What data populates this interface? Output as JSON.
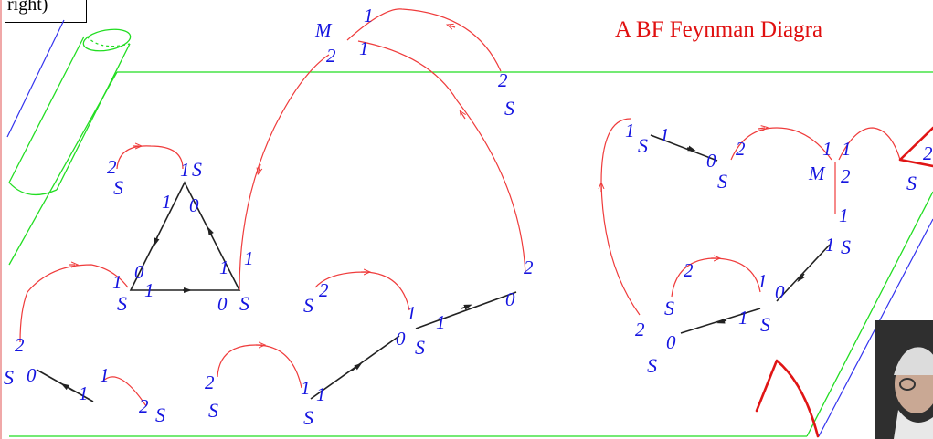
{
  "title": "A BF Feynman Diagra",
  "corner_label": "right)",
  "photo_icon": "portrait-photo",
  "colors": {
    "title": "#e01010",
    "labels": "#1515e0",
    "propagator": "#ef3b3b",
    "vertex_edge": "#222222",
    "plane": "#22dd22",
    "annotation": "#e01515"
  },
  "labels": {
    "M1": "M",
    "M1_top": "1",
    "M1_left": "2",
    "M1_right": "1",
    "Sa_num": "2",
    "Sa": "S",
    "Sb_num": "2",
    "Sb": "S",
    "tri_top_num": "1",
    "tri_top_S": "S",
    "tri_l_num": "1",
    "tri_r_num": "0",
    "tri_bl_num0": "0",
    "tri_bl_num1": "1",
    "tri_bl_S": "S",
    "tri_bl_edge": "1",
    "tri_br_num": "1",
    "tri_br_0": "0",
    "tri_br_S": "S",
    "tri_br_red": "1",
    "left_num": "2",
    "left_S": "S",
    "left_0": "0",
    "bl_1a": "1",
    "bl_1b": "1",
    "bl_2": "2",
    "bl_S": "S",
    "m1_2": "2",
    "m1_S": "S",
    "m2_1a": "1",
    "m2_1b": "1",
    "m2_S": "S",
    "c_S_num": "2",
    "c_S": "S",
    "c1_num": "1",
    "c1_0": "0",
    "c1_S": "S",
    "c1_edge": "1",
    "c2_num": "2",
    "c2_0": "0",
    "r_1": "1",
    "r_S": "S",
    "r_1b": "1",
    "r_0": "0",
    "r_2": "2",
    "r_S2": "S",
    "r_M": "M",
    "r_M1a": "1",
    "r_M1b": "1",
    "r_M2": "2",
    "r_S3": "S",
    "r_2b": "2",
    "r_mid_1": "1",
    "r_mid_1S": "1",
    "r_mid_S": "S",
    "r_b_1": "1",
    "r_b_0": "0",
    "r_b_1S": "1",
    "r_b_S": "S",
    "r_b_2": "2",
    "r_b_S2": "S",
    "r_bl_2": "2",
    "r_bl_0": "0",
    "r_bl_S": "S"
  }
}
